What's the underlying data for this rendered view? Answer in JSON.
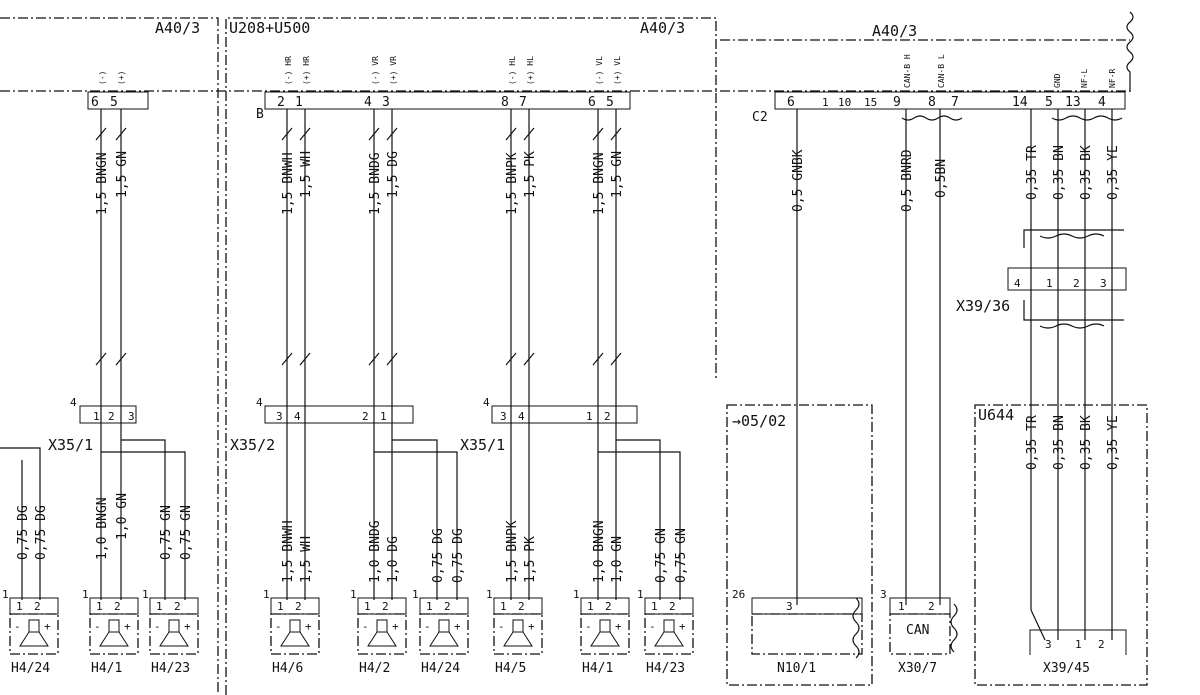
{
  "frames": {
    "f1_label": "A40/3",
    "f2_label_left": "U208+U500",
    "f2_label_right": "A40/3",
    "f3_label": "A40/3"
  },
  "connectors": {
    "b_label": "B",
    "c2_label": "C2",
    "x35_1_a": "X35/1",
    "x35_2": "X35/2",
    "x35_1_b": "X35/1",
    "x39_36": "X39/36",
    "u644": "U644",
    "ref_0502": "→05/02",
    "n10_1": "N10/1",
    "x30_7": "X30/7",
    "can": "CAN",
    "x39_45": "X39/45"
  },
  "top_pins": {
    "g1": [
      "6",
      "5"
    ],
    "b_pins": [
      "2",
      "1",
      "4",
      "3",
      "8",
      "7",
      "6",
      "5"
    ],
    "c2_pins": [
      "6",
      "1",
      "10",
      "15",
      "9",
      "8",
      "7",
      "14",
      "5",
      "13",
      "4"
    ]
  },
  "signals": {
    "g1": [
      "(-)",
      "(+)"
    ],
    "hr": [
      "(-) HR",
      "(+) HR"
    ],
    "vr": [
      "(-) VR",
      "(+) VR"
    ],
    "hl": [
      "(-) HL",
      "(+) HL"
    ],
    "vl": [
      "(-) VL",
      "(+) VL"
    ],
    "can": [
      "CAN-B H",
      "CAN-B L"
    ],
    "u": [
      "GND",
      "NF-L",
      "NF-R"
    ]
  },
  "wires_upper": [
    "1,5 BNGN",
    "1,5 GN",
    "1,5 BNWH",
    "1,5 WH",
    "1,5 BNDG",
    "1,5 DG",
    "1,5 BNPK",
    "1,5 PK",
    "1,5 BNGN",
    "1,5 GN",
    "0,5 GNBK",
    "0,5 BNRD",
    "0,5BN",
    "0,35 TR",
    "0,35 BN",
    "0,35 BK",
    "0,35 YE"
  ],
  "wires_lower": [
    "0,75 DG",
    "0,75 DG",
    "1,0 BNGN",
    "1,0 GN",
    "0,75 GN",
    "0,75 GN",
    "1,5 BNWH",
    "1,5 WH",
    "1,0 BNDG",
    "1,0 DG",
    "0,75 DG",
    "0,75 DG",
    "1,5 BNPK",
    "1,5 PK",
    "1,0 BNGN",
    "1,0 GN",
    "0,75 GN",
    "0,75 GN",
    "0,35 TR",
    "0,35 BN",
    "0,35 BK",
    "0,35 YE"
  ],
  "mid_pins": {
    "x35_1a": [
      "4",
      "1",
      "2",
      "3"
    ],
    "x35_2": [
      "4",
      "3",
      "4",
      "2",
      "1"
    ],
    "x35_1b": [
      "4",
      "3",
      "4",
      "1",
      "2"
    ],
    "x39_36": [
      "4",
      "1",
      "2",
      "3"
    ]
  },
  "speakers": [
    "H4/24",
    "H4/1",
    "H4/23",
    "H4/6",
    "H4/2",
    "H4/24",
    "H4/5",
    "H4/1",
    "H4/23"
  ],
  "bottom_pins": {
    "n10_1": [
      "26",
      "3"
    ],
    "x30_7": [
      "3",
      "1",
      "2"
    ],
    "x39_45": [
      "3",
      "1",
      "2"
    ]
  },
  "speaker_pin_labels": [
    "1",
    "2"
  ],
  "speaker_polarity": [
    "-",
    "+"
  ]
}
